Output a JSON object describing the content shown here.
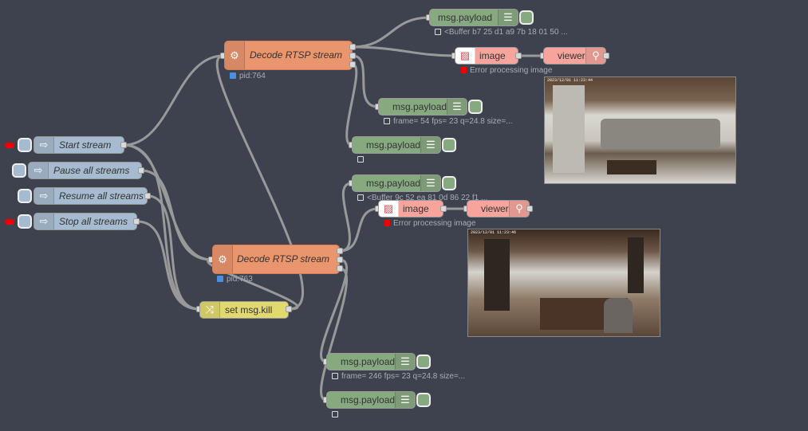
{
  "nodes": {
    "start_stream": "Start stream",
    "pause_all": "Pause all streams",
    "resume_all": "Resume all streams",
    "stop_all": "Stop all streams",
    "decode1": "Decode RTSP stream",
    "decode2": "Decode RTSP stream",
    "set_kill": "set msg.kill",
    "debug_label": "msg.payload",
    "image_label": "image",
    "viewer_label": "viewer"
  },
  "status": {
    "decode1_pid": "pid:764",
    "decode2_pid": "pid:763",
    "buffer1": "<Buffer b7 25 d1 a9 7b 18 01 50 ...",
    "buffer2": "<Buffer 9c 52 ea 81 0d 86 22 f1 ...",
    "frame1": "frame= 54 fps= 23 q=24.8 size=...",
    "frame2": "frame= 246 fps= 23 q=24.8 size=...",
    "error1": "Error processing image",
    "error2": "Error processing image"
  },
  "previews": {
    "cam1_timestamp": "2023/12/01 11:23:44",
    "cam2_timestamp": "2023/12/01 11:23:46"
  },
  "icons": {
    "inject": "arrow-right-icon",
    "exec": "gear-icon",
    "debug": "list-icon",
    "image": "image-icon",
    "viewer": "magnifier-icon",
    "change": "shuffle-icon"
  },
  "colors": {
    "canvas": "#3d424e",
    "inject": "#a6bbcf",
    "debug": "#87a980",
    "exec": "#e9956d",
    "image": "#f7a59c",
    "change": "#e2d96e",
    "wire": "#999999",
    "error": "#e00000",
    "status_ok": "#4a90e2"
  }
}
